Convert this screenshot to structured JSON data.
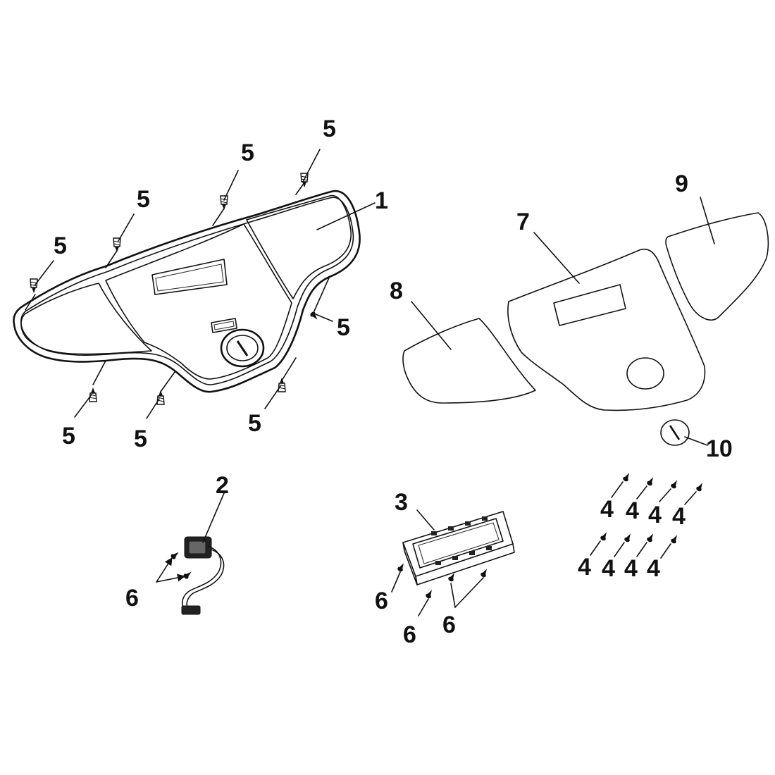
{
  "callouts": {
    "c1": "1",
    "c2": "2",
    "c3": "3",
    "c7": "7",
    "c8": "8",
    "c9": "9",
    "c10": "10",
    "screw5": [
      "5",
      "5",
      "5",
      "5",
      "5",
      "5",
      "5",
      "5"
    ],
    "screw4": [
      "4",
      "4",
      "4",
      "4",
      "4",
      "4",
      "4",
      "4"
    ],
    "screw6": [
      "6",
      "6",
      "6",
      "6"
    ]
  }
}
